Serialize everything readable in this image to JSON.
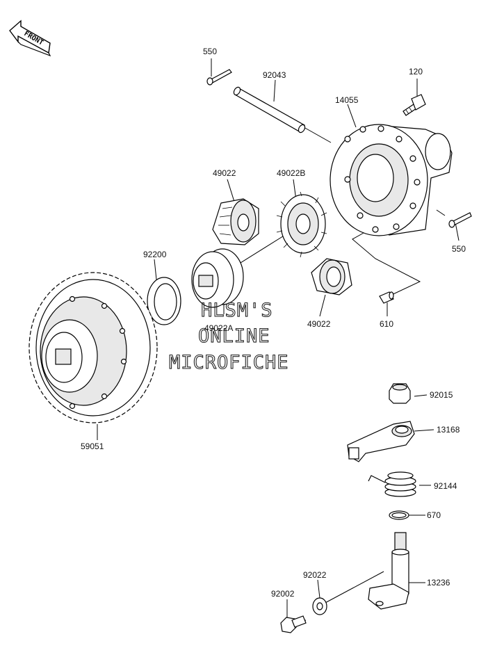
{
  "front_badge": {
    "text": "FRONT"
  },
  "watermark": {
    "line1": "HLSM'S",
    "line2": "ONLINE",
    "line3": "MICROFICHE"
  },
  "parts": [
    {
      "id": "p550a",
      "label": "550"
    },
    {
      "id": "p92043",
      "label": "92043"
    },
    {
      "id": "p120",
      "label": "120"
    },
    {
      "id": "p14055",
      "label": "14055"
    },
    {
      "id": "p49022a",
      "label": "49022"
    },
    {
      "id": "p49022B",
      "label": "49022B"
    },
    {
      "id": "p550b",
      "label": "550"
    },
    {
      "id": "p92200",
      "label": "92200"
    },
    {
      "id": "p49022A",
      "label": "49022A"
    },
    {
      "id": "p49022b",
      "label": "49022"
    },
    {
      "id": "p610",
      "label": "610"
    },
    {
      "id": "p59051",
      "label": "59051"
    },
    {
      "id": "p92015",
      "label": "92015"
    },
    {
      "id": "p13168",
      "label": "13168"
    },
    {
      "id": "p92144",
      "label": "92144"
    },
    {
      "id": "p670",
      "label": "670"
    },
    {
      "id": "p92022",
      "label": "92022"
    },
    {
      "id": "p13236",
      "label": "13236"
    },
    {
      "id": "p92002",
      "label": "92002"
    }
  ]
}
